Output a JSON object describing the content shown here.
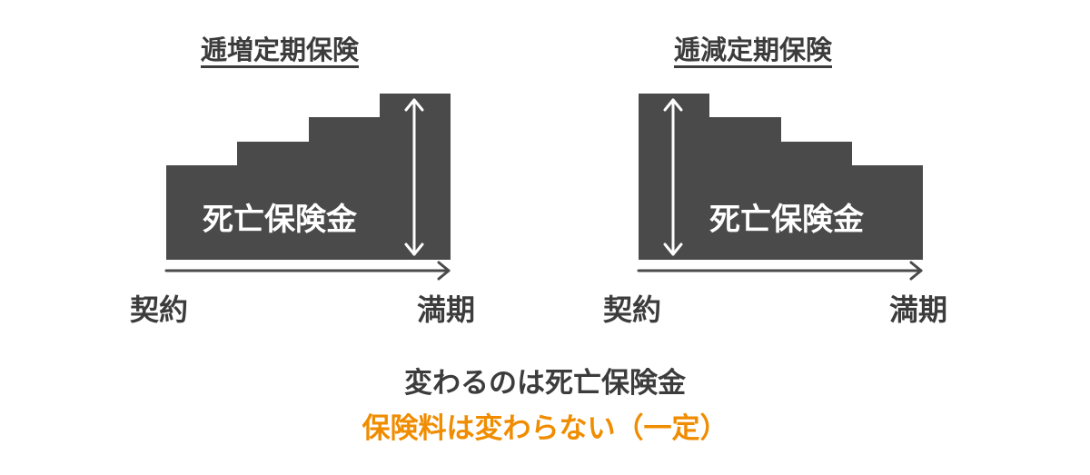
{
  "increasing": {
    "title": "逓増定期保険",
    "bar_label": "死亡保険金",
    "start_label": "契約",
    "end_label": "満期"
  },
  "decreasing": {
    "title": "逓減定期保険",
    "bar_label": "死亡保険金",
    "start_label": "契約",
    "end_label": "満期"
  },
  "caption": {
    "line1": "変わるのは死亡保険金",
    "line2": "保険料は変わらない（一定）"
  },
  "colors": {
    "block": "#4a4a4a",
    "arrow": "#ffffff",
    "axis": "#4a4a4a",
    "text": "#3c3c3c",
    "highlight": "#f08c00"
  }
}
